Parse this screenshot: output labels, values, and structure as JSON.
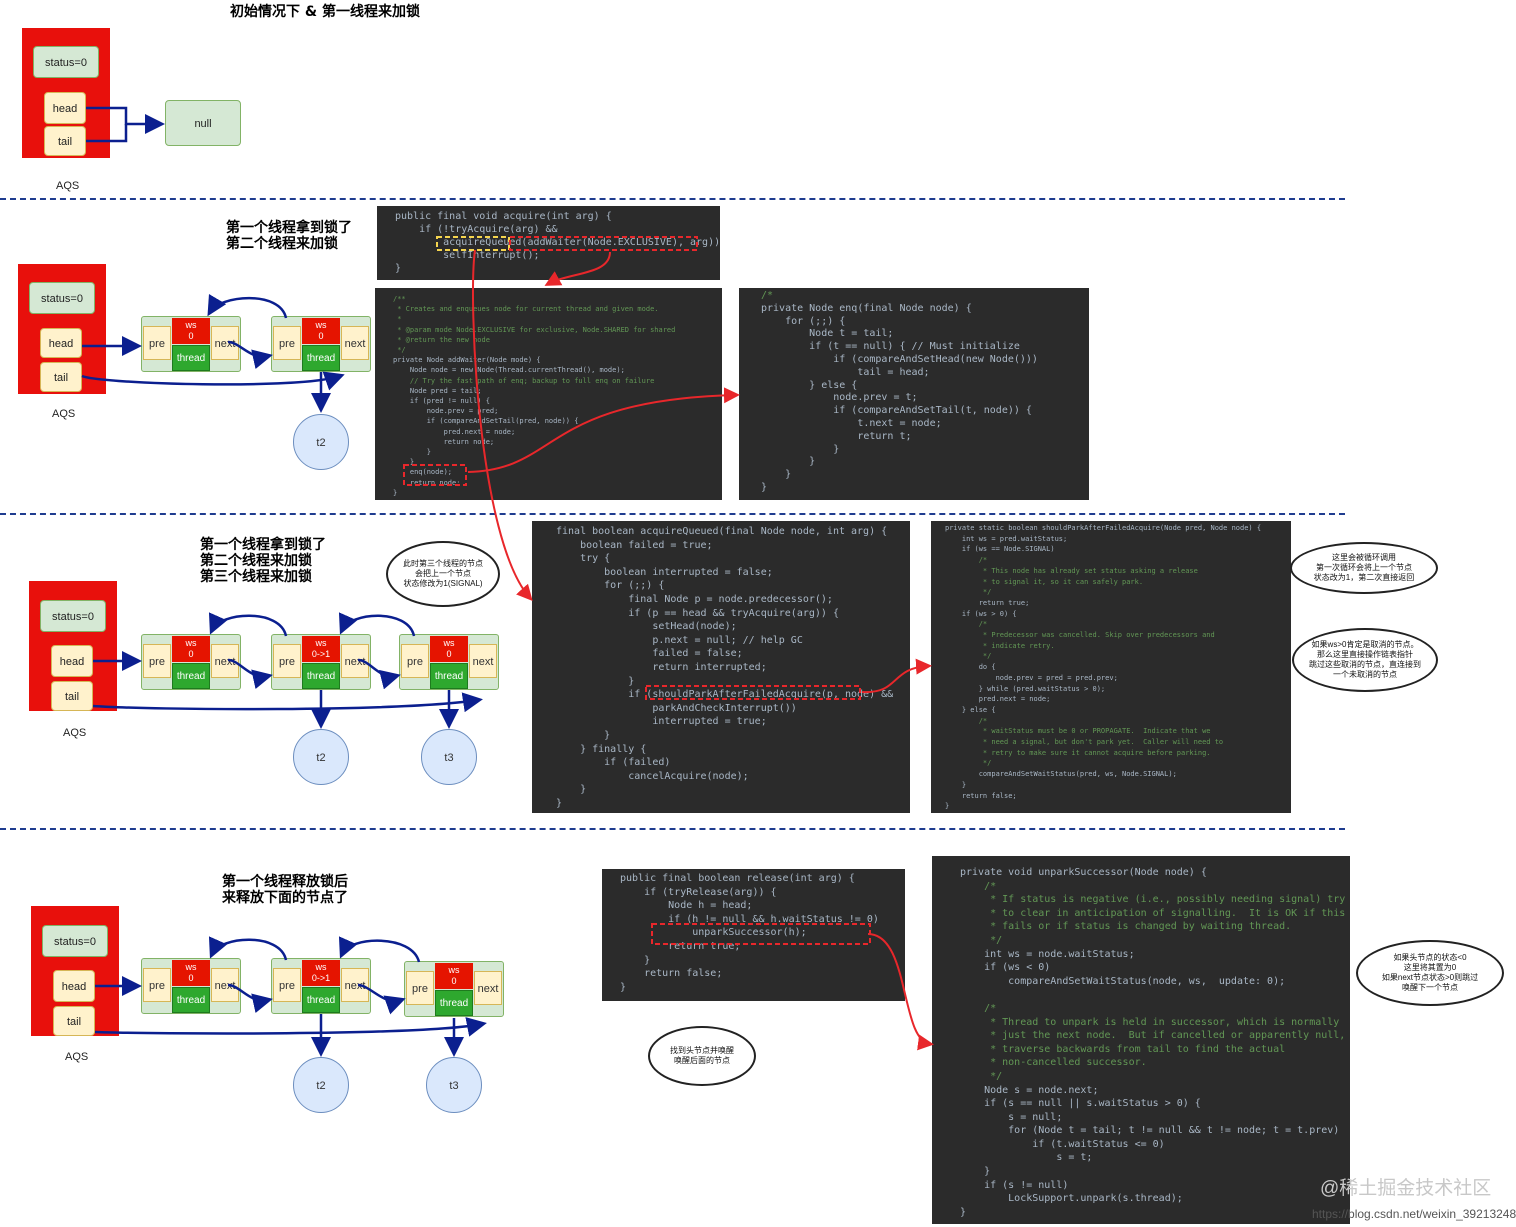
{
  "titles": {
    "s1": "初始情况下 & 第一线程来加锁",
    "s2_l1": "第一个线程拿到锁了",
    "s2_l2": "第二个线程来加锁",
    "s3_l1": "第一个线程拿到锁了",
    "s3_l2": "第二个线程来加锁",
    "s3_l3": "第三个线程来加锁",
    "s4_l1": "第一个线程释放锁后",
    "s4_l2": "来释放下面的节点了"
  },
  "aqs": {
    "status": "status=0",
    "head": "head",
    "tail": "tail",
    "label": "AQS",
    "null": "null"
  },
  "node": {
    "pre": "pre",
    "next": "next",
    "ws": "ws",
    "thread": "thread",
    "ws0": "0",
    "ws01": "0->1"
  },
  "circles": {
    "t2": "t2",
    "t3": "t3"
  },
  "code_acquire": [
    "public final void acquire(int arg) {",
    "    if (!tryAcquire(arg) &&",
    "        acquireQueued(addWaiter(Node.EXCLUSIVE), arg))",
    "        selfInterrupt();",
    "}"
  ],
  "code_addwaiter": [
    "/**",
    " * Creates and enqueues node for current thread and given mode.",
    " *",
    " * @param mode Node.EXCLUSIVE for exclusive, Node.SHARED for shared",
    " * @return the new node",
    " */",
    "private Node addWaiter(Node mode) {",
    "    Node node = new Node(Thread.currentThread(), mode);",
    "    // Try the fast path of enq; backup to full enq on failure",
    "    Node pred = tail;",
    "    if (pred != null) {",
    "        node.prev = pred;",
    "        if (compareAndSetTail(pred, node)) {",
    "            pred.next = node;",
    "            return node;",
    "        }",
    "    }",
    "    enq(node);",
    "    return node;",
    "}"
  ],
  "code_enq": [
    "/*",
    "private Node enq(final Node node) {",
    "    for (;;) {",
    "        Node t = tail;",
    "        if (t == null) { // Must initialize",
    "            if (compareAndSetHead(new Node()))",
    "                tail = head;",
    "        } else {",
    "            node.prev = t;",
    "            if (compareAndSetTail(t, node)) {",
    "                t.next = node;",
    "                return t;",
    "            }",
    "        }",
    "    }",
    "}"
  ],
  "code_acquirequeued": [
    "final boolean acquireQueued(final Node node, int arg) {",
    "    boolean failed = true;",
    "    try {",
    "        boolean interrupted = false;",
    "        for (;;) {",
    "            final Node p = node.predecessor();",
    "            if (p == head && tryAcquire(arg)) {",
    "                setHead(node);",
    "                p.next = null; // help GC",
    "                failed = false;",
    "                return interrupted;",
    "            }",
    "            if (shouldParkAfterFailedAcquire(p, node) &&",
    "                parkAndCheckInterrupt())",
    "                interrupted = true;",
    "        }",
    "    } finally {",
    "        if (failed)",
    "            cancelAcquire(node);",
    "    }",
    "}"
  ],
  "code_shouldpark": [
    "private static boolean shouldParkAfterFailedAcquire(Node pred, Node node) {",
    "    int ws = pred.waitStatus;",
    "    if (ws == Node.SIGNAL)",
    "        /*",
    "         * This node has already set status asking a release",
    "         * to signal it, so it can safely park.",
    "         */",
    "        return true;",
    "    if (ws > 0) {",
    "        /*",
    "         * Predecessor was cancelled. Skip over predecessors and",
    "         * indicate retry.",
    "         */",
    "        do {",
    "            node.prev = pred = pred.prev;",
    "        } while (pred.waitStatus > 0);",
    "        pred.next = node;",
    "    } else {",
    "        /*",
    "         * waitStatus must be 0 or PROPAGATE.  Indicate that we",
    "         * need a signal, but don't park yet.  Caller will need to",
    "         * retry to make sure it cannot acquire before parking.",
    "         */",
    "        compareAndSetWaitStatus(pred, ws, Node.SIGNAL);",
    "    }",
    "    return false;",
    "}"
  ],
  "code_release": [
    "public final boolean release(int arg) {",
    "    if (tryRelease(arg)) {",
    "        Node h = head;",
    "        if (h != null && h.waitStatus != 0)",
    "            unparkSuccessor(h);",
    "        return true;",
    "    }",
    "    return false;",
    "}"
  ],
  "code_unpark": [
    "private void unparkSuccessor(Node node) {",
    "    /*",
    "     * If status is negative (i.e., possibly needing signal) try",
    "     * to clear in anticipation of signalling.  It is OK if this",
    "     * fails or if status is changed by waiting thread.",
    "     */",
    "    int ws = node.waitStatus;",
    "    if (ws < 0)",
    "        compareAndSetWaitStatus(node, ws,  update: 0);",
    "",
    "    /*",
    "     * Thread to unpark is held in successor, which is normally",
    "     * just the next node.  But if cancelled or apparently null,",
    "     * traverse backwards from tail to find the actual",
    "     * non-cancelled successor.",
    "     */",
    "    Node s = node.next;",
    "    if (s == null || s.waitStatus > 0) {",
    "        s = null;",
    "        for (Node t = tail; t != null && t != node; t = t.prev)",
    "            if (t.waitStatus <= 0)",
    "                s = t;",
    "    }",
    "    if (s != null)",
    "        LockSupport.unpark(s.thread);",
    "}"
  ],
  "clouds": {
    "c1": "此时第三个线程的节点\n会把上一个节点\n状态修改为1(SIGNAL)",
    "c2": "这里会被循环调用\n第一次循环会将上一个节点\n状态改为1，第二次直接返回",
    "c3": "如果ws>0肯定是取消的节点。\n那么这里直接操作链表指针\n跳过这些取消的节点，直连接到\n一个未取消的节点",
    "c4": "找到头节点并唤醒\n唤醒后面的节点",
    "c5": "如果头节点的状态<0\n这里将其置为0\n如果next节点状态>0则跳过\n唤醒下一个节点"
  },
  "watermark": "@稀土掘金技术社区",
  "url": "https://blog.csdn.net/weixin_39213248"
}
